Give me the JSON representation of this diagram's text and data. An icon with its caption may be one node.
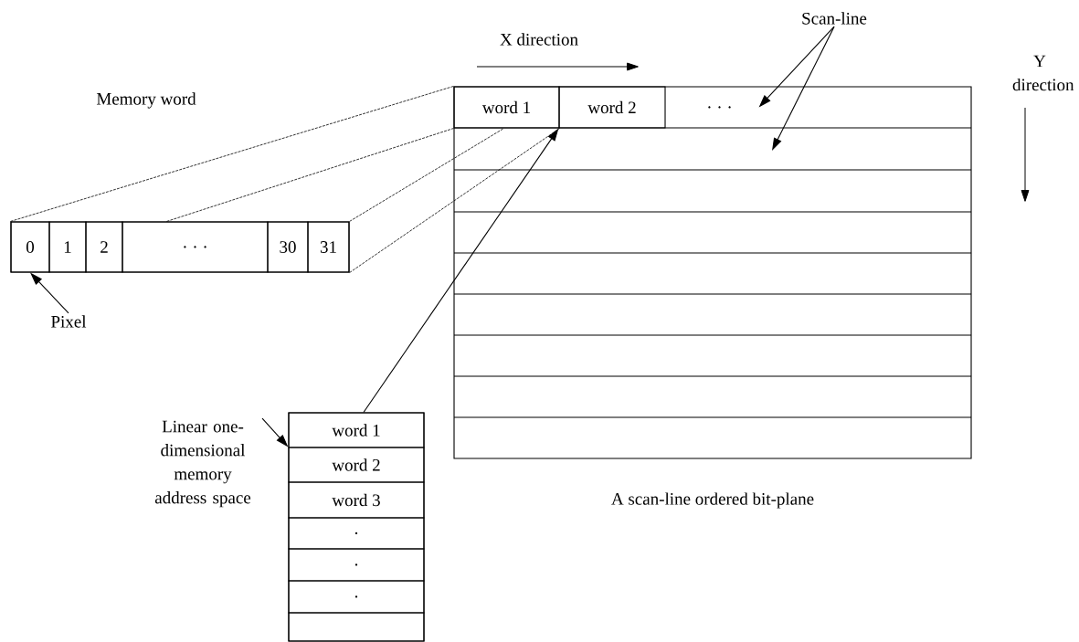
{
  "diagram": {
    "nodes": [
      {
        "text": [],
        "shape": "box"
      },
      {
        "text": [
          "word 1"
        ],
        "in": 0
      },
      {
        "text": [
          "word 2"
        ],
        "in": 0
      },
      {
        "text": [
          ". . ."
        ],
        "in": 0
      },
      {
        "text": [],
        "shape": "box"
      },
      {
        "text": [
          "0"
        ],
        "in": 4
      },
      {
        "text": [
          "1"
        ],
        "in": 4
      },
      {
        "text": [
          "2"
        ],
        "in": 4
      },
      {
        "text": [
          ". . ."
        ],
        "in": 4
      },
      {
        "text": [
          "30"
        ],
        "in": 4
      },
      {
        "text": [
          "31"
        ],
        "in": 4
      },
      {
        "text": [
          "Pixel"
        ]
      },
      {
        "text": [
          "Scan-line"
        ]
      },
      {
        "text": [],
        "shape": "box"
      },
      {
        "text": [
          "word 1"
        ],
        "in": 13
      },
      {
        "text": [
          "word 2"
        ],
        "in": 13
      },
      {
        "text": [
          "word 3"
        ],
        "in": 13
      },
      {
        "text": [
          "."
        ],
        "in": 13
      },
      {
        "text": [
          "."
        ],
        "in": 13
      },
      {
        "text": [
          "."
        ],
        "in": 13
      },
      {
        "text": [],
        "shape": "box",
        "in": 13
      },
      {
        "text": [
          "Linear one-dimensional memory address space"
        ]
      }
    ],
    "edges": [
      {
        "from": 4,
        "to": 1,
        "arrow": "none",
        "style": "dashed"
      },
      {
        "from": 4,
        "to": 1,
        "arrow": "none",
        "style": "dashed"
      },
      {
        "from": 4,
        "to": 1,
        "arrow": "none",
        "style": "dashed"
      },
      {
        "from": 4,
        "to": 1,
        "arrow": "none",
        "style": "dashed"
      },
      {
        "from": 11,
        "to": 5,
        "arrow": "to"
      },
      {
        "from": 12,
        "to": 3,
        "arrow": "to"
      },
      {
        "from": 12,
        "to": null,
        "arrow": "to"
      },
      {
        "from": 14,
        "to": 2,
        "arrow": "to"
      },
      {
        "from": 21,
        "to": 13,
        "arrow": "to"
      }
    ],
    "labels": [
      "X direction",
      "Y direction",
      "Memory word",
      "A scan-line ordered bit-plane"
    ]
  }
}
